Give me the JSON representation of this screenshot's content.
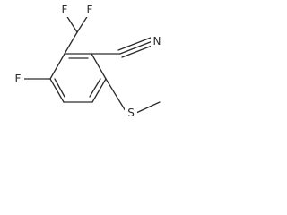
{
  "molecule": {
    "atoms": {
      "f_top_left": "F",
      "f_top_right": "F",
      "f_ring": "F",
      "nitrile_n": "N",
      "thio_s": "S"
    }
  }
}
